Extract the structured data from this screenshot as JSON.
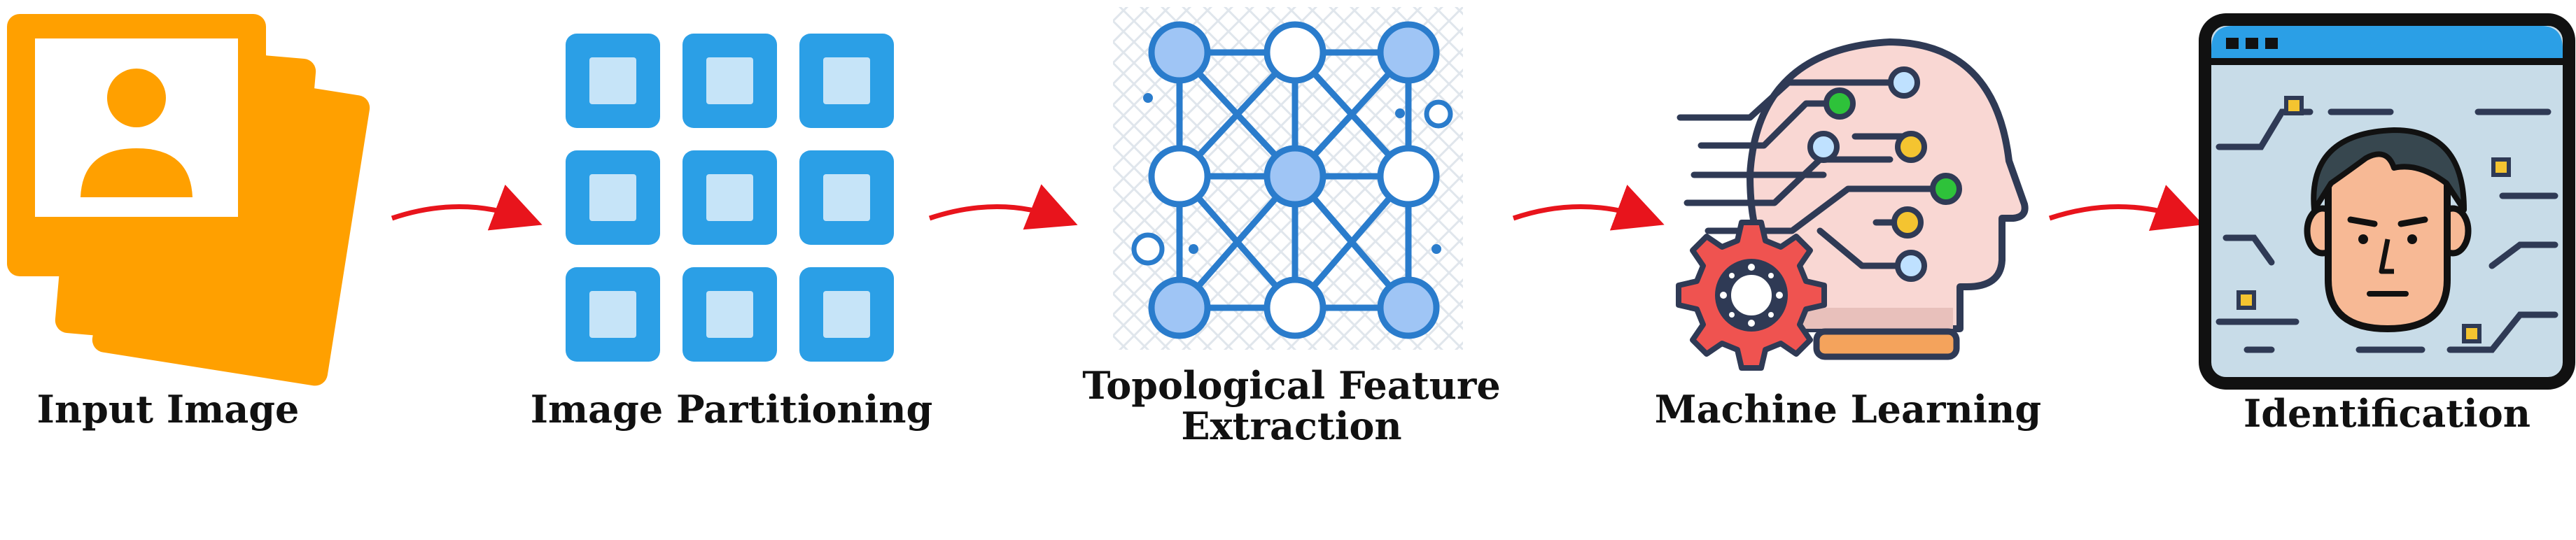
{
  "stages": [
    {
      "id": "input-image",
      "label": "Input Image",
      "icon": "photo-stack-icon"
    },
    {
      "id": "image-partitioning",
      "label": "Image Partitioning",
      "icon": "grid-tiles-icon"
    },
    {
      "id": "topological-feature-extraction",
      "label_lines": [
        "Topological Feature",
        "Extraction"
      ],
      "icon": "node-network-icon"
    },
    {
      "id": "machine-learning",
      "label": "Machine Learning",
      "icon": "ai-head-gear-icon"
    },
    {
      "id": "identification",
      "label": "Identification",
      "icon": "face-id-screen-icon"
    }
  ],
  "colors": {
    "arrow": "#e8141c",
    "photo_orange": "#ffa000",
    "tile_blue": "#2b9fe6",
    "tile_light": "#c6e4f8",
    "network_blue": "#2a7ccc",
    "network_fill": "#9fc5f5",
    "head_pink": "#f9d7d3",
    "outline_navy": "#2f3a55",
    "gear_red": "#ef5350",
    "screen_bg": "#c8dce8",
    "face_skin": "#f7b995",
    "hair_dark": "#37474f",
    "chip_yellow": "#f4c430",
    "node_green": "#2ec23a"
  }
}
